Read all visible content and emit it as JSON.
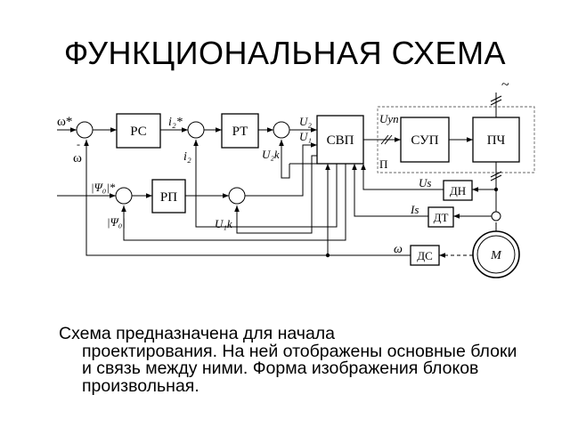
{
  "title": "ФУНКЦИОНАЛЬНАЯ СХЕМА",
  "caption": {
    "line1": "Схема предназначена для начала",
    "rest": "проектирования. На ней отображены основные блоки и связь между ними. Форма изображения блоков произвольная."
  },
  "blocks": {
    "rs": "РС",
    "rt": "РТ",
    "rp": "РП",
    "svp": "СВП",
    "sup": "СУП",
    "pch": "ПЧ",
    "dn": "ДН",
    "dt": "ДТ",
    "ds": "ДС",
    "motor": "M"
  },
  "signals": {
    "omega_ref": "ω*",
    "omega_fb": "ω",
    "i2_ref": "i₂*",
    "i2_fb": "i₂",
    "u2": "U₂",
    "u1": "U₁",
    "u2k": "U₂k",
    "u1k": "U₁k",
    "psi_ref": "|Ψ₀|*",
    "psi_fb": "|Ψ₀|",
    "uup": "Uуп",
    "p": "П",
    "us": "Us",
    "is": "Is",
    "omega_ds": "ω",
    "supply": "~"
  }
}
